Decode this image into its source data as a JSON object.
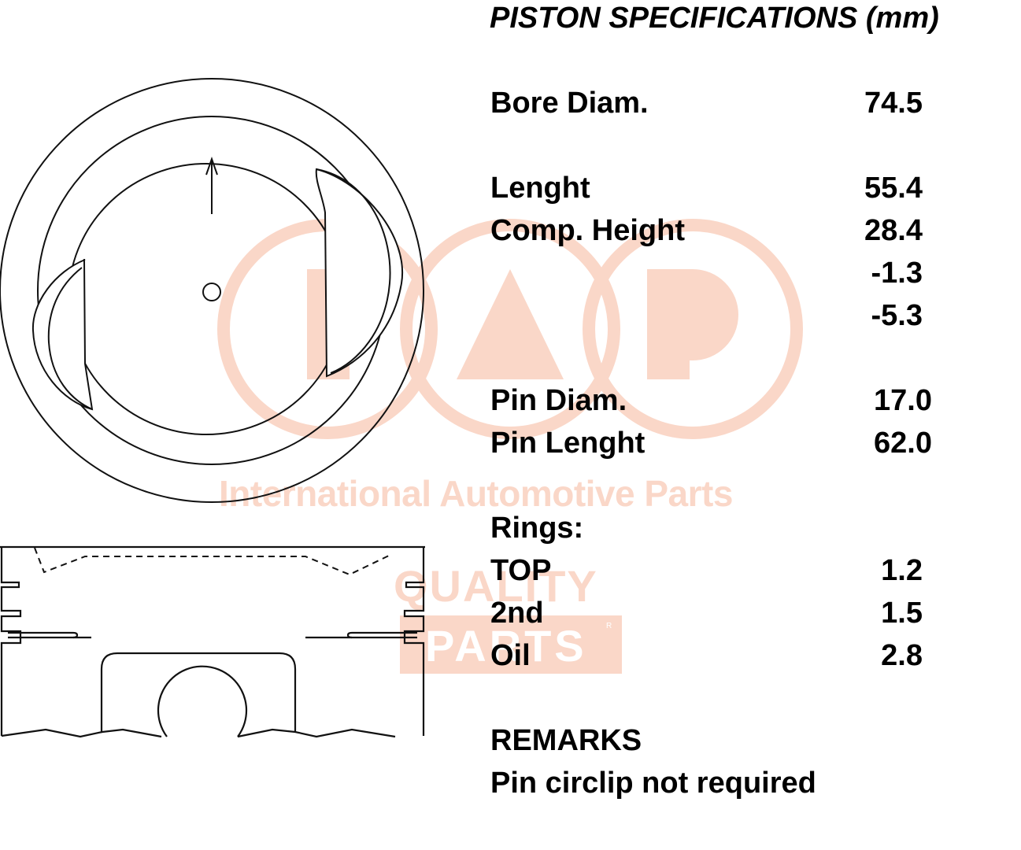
{
  "header": {
    "title": "PISTON SPECIFICATIONS (mm)"
  },
  "watermark": {
    "logo_letters": [
      "I",
      "A",
      "P"
    ],
    "company": "International Automotive Parts",
    "badge_line1": "QUALITY",
    "badge_line2": "PARTS",
    "badge_mark": "R",
    "color": "#fad7c8"
  },
  "specs": {
    "bore_diam": {
      "label": "Bore Diam.",
      "value": "74.5"
    },
    "length": {
      "label": "Lenght",
      "value": "55.4"
    },
    "comp_height": {
      "label": "Comp. Height",
      "value": "28.4"
    },
    "offset_1": {
      "label": "",
      "value": "-1.3"
    },
    "offset_2": {
      "label": "",
      "value": "-5.3"
    },
    "pin_diam": {
      "label": "Pin Diam.",
      "value": "17.0"
    },
    "pin_length": {
      "label": "Pin Lenght",
      "value": "62.0"
    }
  },
  "rings": {
    "heading": "Rings:",
    "items": [
      {
        "label": "TOP",
        "value": "1.2"
      },
      {
        "label": "2nd",
        "value": "1.5"
      },
      {
        "label": "Oil",
        "value": "2.8"
      }
    ]
  },
  "remarks": {
    "heading": "REMARKS",
    "text": "Pin circlip not required"
  }
}
